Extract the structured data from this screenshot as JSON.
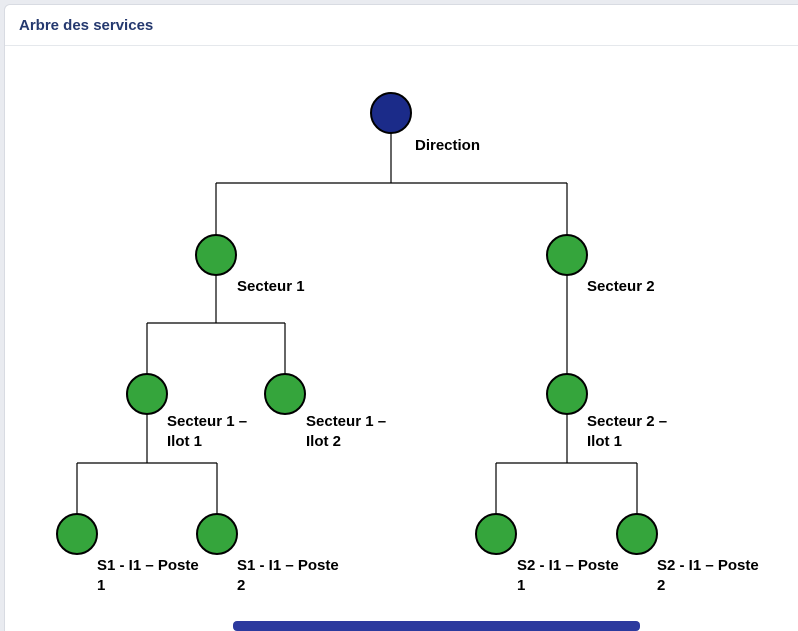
{
  "card": {
    "title": "Arbre des services"
  },
  "colors": {
    "title_text": "#25396f",
    "root_node": "#1b2b89",
    "branch_node": "#35a53c",
    "node_stroke": "#000000",
    "connector": "#000000",
    "scrollbar_thumb": "#2c3a9e"
  },
  "tree": {
    "nodes": [
      {
        "id": "direction",
        "label": "Direction",
        "color": "#1b2b89"
      },
      {
        "id": "secteur-1",
        "label": "Secteur 1",
        "color": "#35a53c"
      },
      {
        "id": "secteur-2",
        "label": "Secteur 2",
        "color": "#35a53c"
      },
      {
        "id": "secteur-1-ilot-1",
        "label": "Secteur 1 –\nIlot 1",
        "color": "#35a53c"
      },
      {
        "id": "secteur-1-ilot-2",
        "label": "Secteur 1 –\nIlot 2",
        "color": "#35a53c"
      },
      {
        "id": "secteur-2-ilot-1",
        "label": "Secteur 2 –\nIlot 1",
        "color": "#35a53c"
      },
      {
        "id": "s1-i1-poste-1",
        "label": "S1 - I1 – Poste\n1",
        "color": "#35a53c"
      },
      {
        "id": "s1-i1-poste-2",
        "label": "S1 - I1 – Poste\n2",
        "color": "#35a53c"
      },
      {
        "id": "s2-i1-poste-1",
        "label": "S2 - I1 – Poste\n1",
        "color": "#35a53c"
      },
      {
        "id": "s2-i1-poste-2",
        "label": "S2 - I1 – Poste\n2",
        "color": "#35a53c"
      }
    ]
  }
}
